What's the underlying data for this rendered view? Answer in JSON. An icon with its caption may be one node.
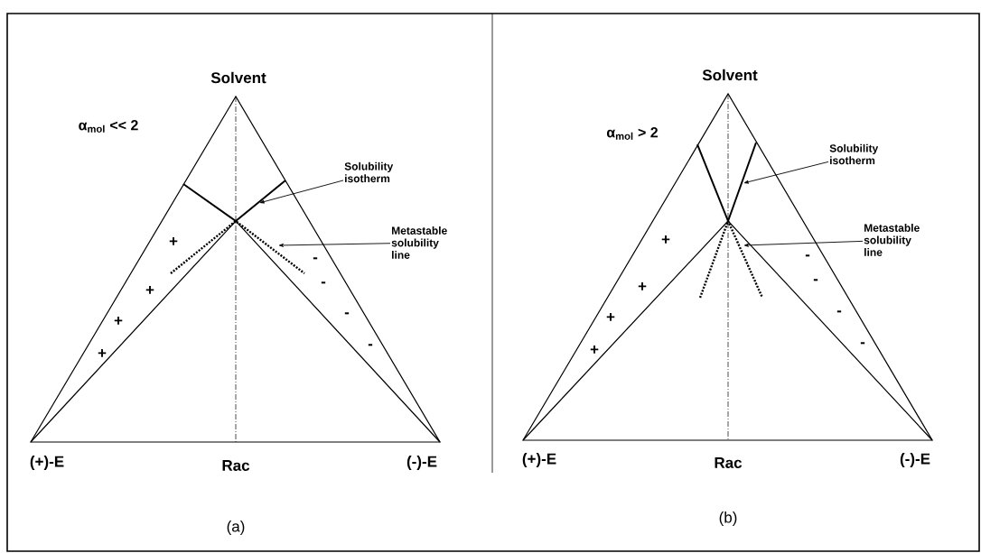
{
  "diagram": {
    "nodes": [
      {
        "text": [
          "Solubility isotherm"
        ]
      },
      {
        "text": [
          "Metastable solubility line"
        ]
      },
      {
        "text": [
          "Solubility isotherm"
        ]
      },
      {
        "text": [
          "Metastable solubility line"
        ]
      }
    ],
    "edges": [
      {
        "from": 0,
        "to": null,
        "arrow": "to"
      },
      {
        "from": 1,
        "to": null,
        "arrow": "to"
      },
      {
        "from": 2,
        "to": null,
        "arrow": "to"
      },
      {
        "from": 3,
        "to": null,
        "arrow": "to"
      }
    ],
    "labels": [
      "Solvent",
      "α$_{mol}$ << 2",
      "+",
      "+",
      "+",
      "+",
      "-",
      "-",
      "-",
      "-",
      "(+)-E",
      "Rac",
      "(-)-E",
      "(a)",
      "Solvent",
      "α$_{mol}$ > 2",
      "+",
      "+",
      "+",
      "+",
      "-",
      "-",
      "-",
      "-",
      "(+)-E",
      "Rac",
      "(-)-E",
      "(b)"
    ]
  }
}
